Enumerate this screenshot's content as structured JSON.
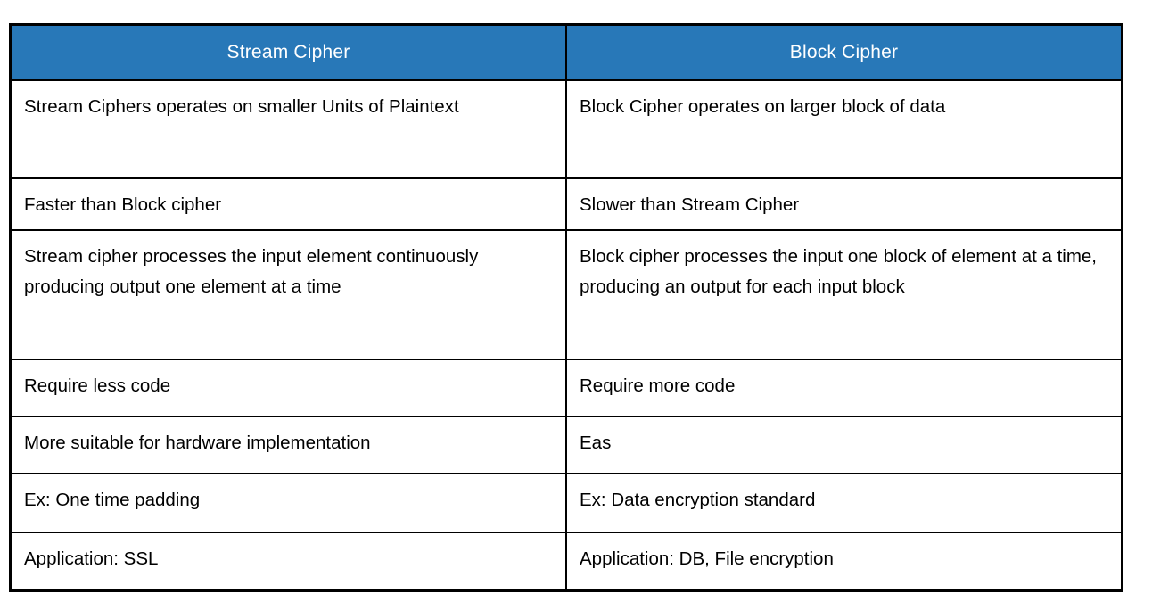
{
  "table": {
    "columns": [
      {
        "header": "Stream Cipher"
      },
      {
        "header": "Block Cipher"
      }
    ],
    "style": {
      "header_bg": "#2878B8",
      "header_text_color": "#FFFFFF",
      "border_color": "#000000",
      "body_text_color": "#000000",
      "page_bg": "#FFFFFF"
    },
    "rows": [
      {
        "stream": "Stream Ciphers operates on smaller Units of Plaintext",
        "block": "Block Cipher operates on larger block of data"
      },
      {
        "stream": "Faster than Block cipher",
        "block": "Slower than Stream Cipher"
      },
      {
        "stream": "Stream cipher processes the input element continuously producing output one element at a time",
        "block": "Block cipher processes the input one block of element at a time, producing an output for each input block"
      },
      {
        "stream": "Require less code",
        "block": "Require more code"
      },
      {
        "stream": "More suitable for hardware implementation",
        "block": "Eas"
      },
      {
        "stream": "Ex: One time padding",
        "block": "Ex: Data encryption standard"
      },
      {
        "stream": "Application: SSL",
        "block": "Application: DB, File encryption"
      }
    ]
  }
}
